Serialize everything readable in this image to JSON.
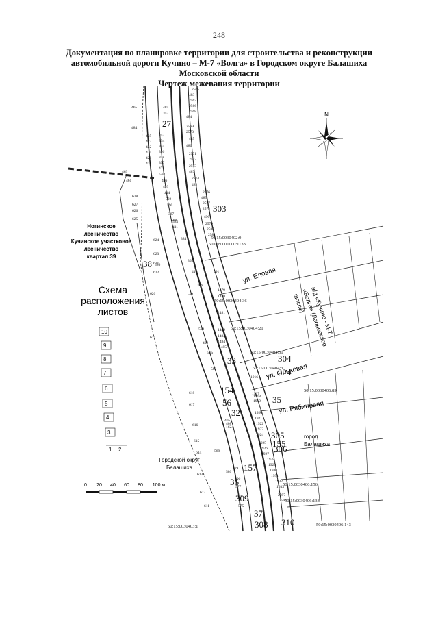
{
  "page_number": "248",
  "title": {
    "line1": "Документация по планировке территории для строительства и реконструкции",
    "line2": "автомобильной дороги Кучино – М-7 «Волга» в Городском округе Балашиха",
    "line3": "Московской области",
    "line4": "Чертеж межевания территории"
  },
  "labels": {
    "forestry": [
      "Ногинское",
      "лесничество",
      "Кучинское участковое",
      "лесничество",
      "квартал 39"
    ],
    "scheme": [
      "Схема",
      "расположения",
      "листов"
    ],
    "district": [
      "Городской округ",
      "Балашиха"
    ],
    "city": [
      "город",
      "Балашиха"
    ],
    "street_elovaya": "ул. Еловая",
    "street_olkhovaya": "ул. Ольховая",
    "street_ryabinovaya": "ул. Рябиновая",
    "road_name": [
      "а/д «Кучино - М-7",
      "«Волга» (Леоновское",
      "шоссе)"
    ],
    "north": "N"
  },
  "cadastral": [
    "50:15:0030402:9",
    "50:00:0000000:1133",
    "50:15:0030404:36",
    "50:15:0030404:21",
    "50:15:0030404:31",
    "50:15:0030404:3",
    "50:15:0030406:89",
    "50:15:0030406:156",
    "50:15:0030406:133",
    "50:15:0030403:1",
    "50:15:0030406:143"
  ],
  "big_numbers": [
    "27",
    "303",
    "38",
    "33",
    "304",
    "224",
    "35",
    "154",
    "56",
    "32",
    "305",
    "155",
    "157",
    "36",
    "309",
    "37",
    "308",
    "310",
    "306"
  ],
  "sheets": [
    "10",
    "9",
    "8",
    "7",
    "6",
    "5",
    "4",
    "3",
    "1",
    "2"
  ],
  "scale": {
    "ticks": [
      "0",
      "20",
      "40",
      "60",
      "80",
      "100 м"
    ]
  },
  "points_left": [
    "465",
    "484",
    "425",
    "423",
    "422",
    "424",
    "426",
    "418",
    "463",
    "461",
    "628",
    "627",
    "626",
    "625",
    "624",
    "623",
    "622",
    "621",
    "620",
    "619",
    "618",
    "617",
    "616",
    "615",
    "614",
    "613",
    "612",
    "611"
  ],
  "points_mid": [
    "485",
    "352",
    "353",
    "354",
    "355",
    "356",
    "358",
    "357",
    "471",
    "594",
    "416",
    "493",
    "414",
    "592",
    "590",
    "387",
    "588",
    "411",
    "384",
    "365",
    "410",
    "366",
    "584",
    "583",
    "409",
    "595",
    "582",
    "586",
    "585",
    "589",
    "580",
    "405",
    "408",
    "1624",
    "579",
    "406",
    "577",
    "576",
    "575"
  ],
  "points_right": [
    "2565",
    "483",
    "2567",
    "2566",
    "2568",
    "484",
    "2569",
    "2570",
    "485",
    "486",
    "2571",
    "2572",
    "2573",
    "487",
    "2574",
    "488",
    "2576",
    "489",
    "2577",
    "2578",
    "490",
    "2579",
    "2580",
    "2581",
    "491",
    "1479",
    "1480",
    "1481",
    "1482",
    "1483",
    "1484",
    "1485",
    "1916",
    "1917",
    "1918",
    "1919",
    "1920",
    "1921",
    "1922",
    "1923",
    "1924",
    "1925",
    "1926",
    "1927",
    "1928",
    "1929",
    "1930",
    "1931",
    "1932",
    "1933",
    "2597",
    "2596"
  ]
}
